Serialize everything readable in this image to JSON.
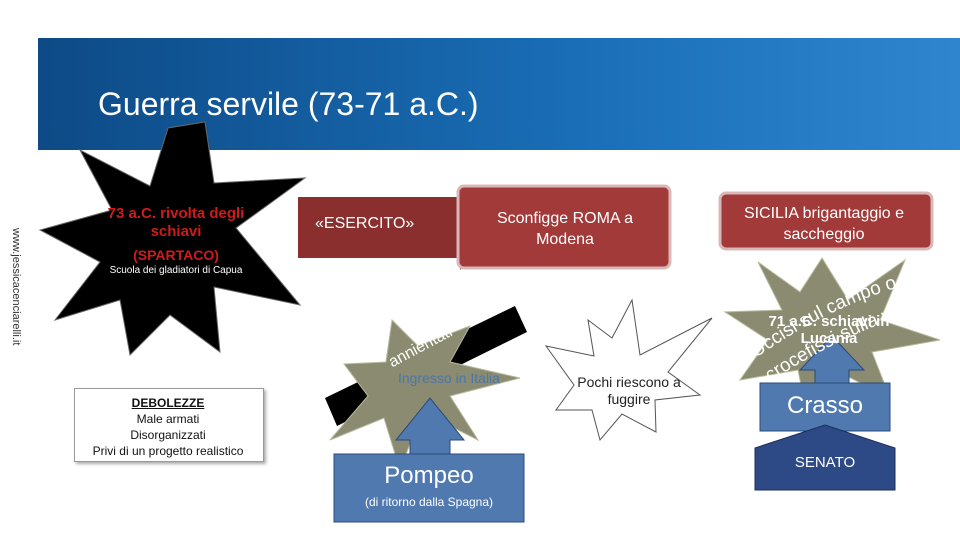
{
  "slide": {
    "title": "Guerra servile (73-71 a.C.)",
    "side_url": "www.jessicacenciarelli.it"
  },
  "spartaco_burst": {
    "line1": "73 a.C. rivolta degli schiavi",
    "line2": "(SPARTACO)",
    "caption": "Scuola dei gladiatori di Capua"
  },
  "esercito": {
    "label": "«ESERCITO»"
  },
  "sconfigge": {
    "label": "Sconfigge ROMA  a Modena"
  },
  "sicilia": {
    "label": "SICILIA brigantaggio e saccheggio"
  },
  "debolezze": {
    "title": "DEBOLEZZE",
    "items": [
      "Male armati",
      "Disorganizzati",
      "Privi di un progetto realistico"
    ]
  },
  "annientati": {
    "hidden_label": "Ingresso in Italia",
    "curved_text": "annientati"
  },
  "pochi": {
    "label": "Pochi riescono a fuggire"
  },
  "pompeo": {
    "label": "Pompeo",
    "sub": "(di ritorno dalla Spagna)"
  },
  "crasso": {
    "label": "Crasso"
  },
  "senato": {
    "label": "SENATO"
  },
  "uccisi": {
    "hidden_label": "71 a.C. schiavi in Lucania",
    "arc_line1": "Uccisi sul campo o",
    "arc_line2": "crocefissi sulla via Appia"
  },
  "colors": {
    "banner": "#1a6fb8",
    "burst_black": "#000000",
    "arrow_red": "#a33a3a",
    "box_blue": "#5079b0",
    "burst_olive": "#8a8a6a"
  }
}
